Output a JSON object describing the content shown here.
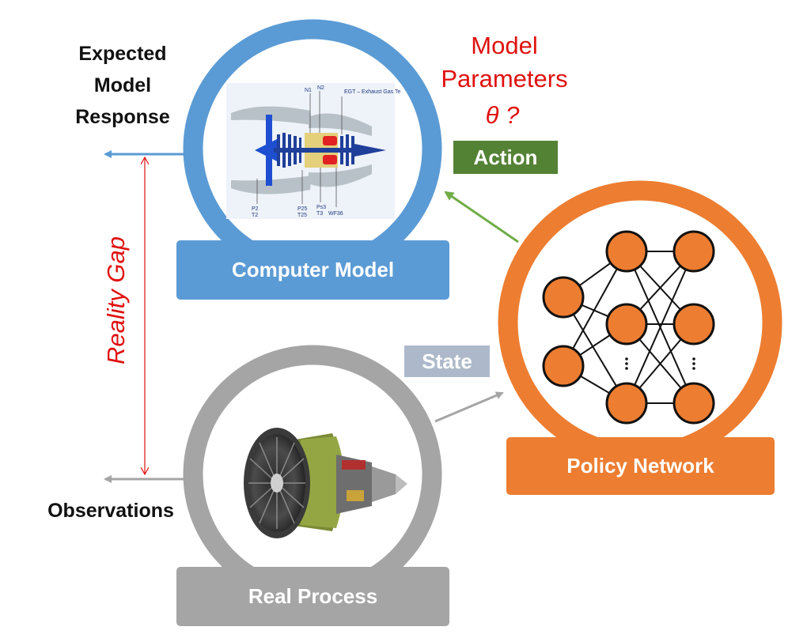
{
  "labels": {
    "expected_model_response": "Expected Model Response",
    "observations": "Observations",
    "reality_gap": "Reality Gap",
    "model_parameters": "Model Parameters",
    "theta": "θ ?",
    "action": "Action",
    "state": "State"
  },
  "blocks": {
    "computer_model": "Computer Model",
    "real_process": "Real Process",
    "policy_network": "Policy Network"
  },
  "schematic_labels": {
    "n1": "N1",
    "n2": "N2",
    "egt": "EGT – Exhaust Gas Te",
    "p2": "P2",
    "t2": "T2",
    "p25": "P25",
    "t25": "T25",
    "ps3": "Ps3",
    "t3": "T3",
    "wf36": "WF36"
  },
  "colors": {
    "computer_model": "#5b9bd5",
    "real_process": "#a5a5a5",
    "policy_network": "#ed7d31",
    "action": "#548235",
    "state": "#adb9ca",
    "reality_gap": "#e0110f"
  },
  "icons": {
    "schematic": "turbofan-schematic-icon",
    "engine": "turbofan-engine-icon",
    "network": "neural-network-icon"
  }
}
